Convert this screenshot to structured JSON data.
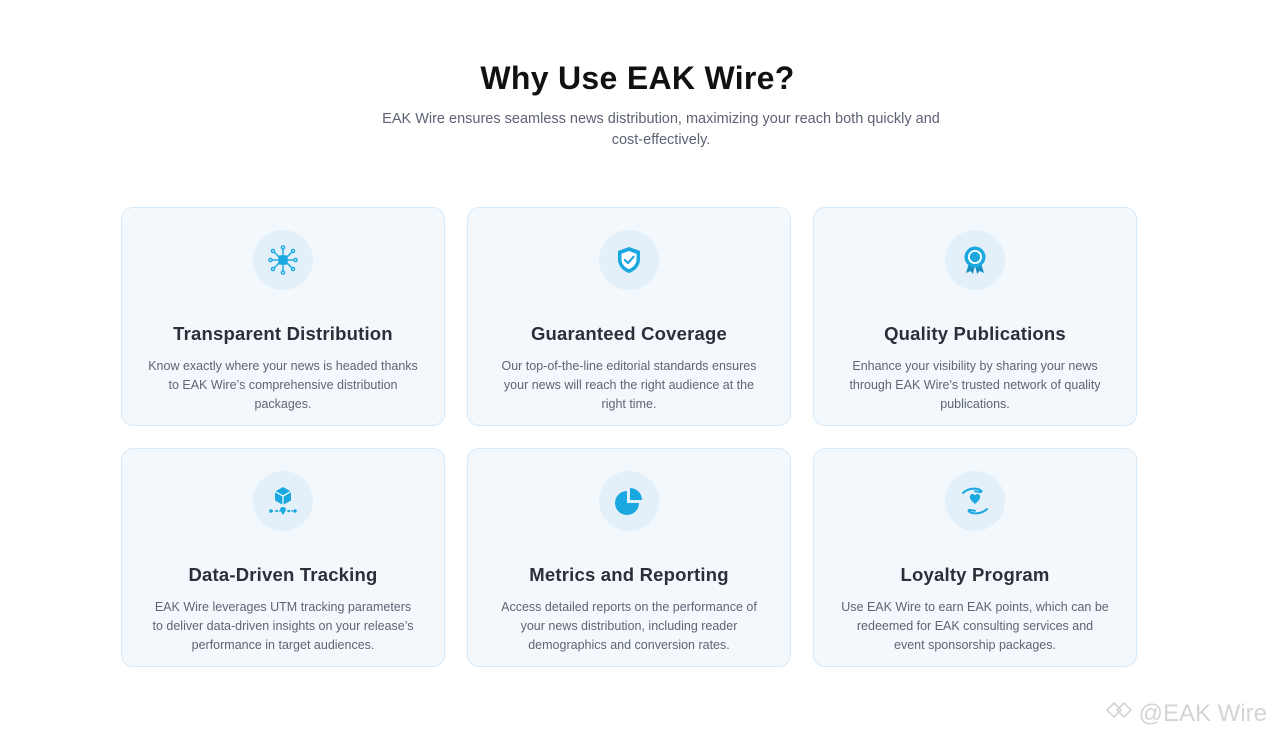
{
  "section": {
    "title": "Why Use EAK Wire?",
    "subtitle": "EAK Wire ensures seamless news distribution, maximizing your reach both quickly and cost-effectively."
  },
  "colors": {
    "accent": "#1ba8e0",
    "card_bg": "#f3f8fd",
    "card_border": "#d8eaf8",
    "icon_bg": "#e3f0f9"
  },
  "cards": [
    {
      "icon": "network-distribution-icon",
      "title": "Transparent Distribution",
      "description": "Know exactly where your news is headed thanks to EAK Wire’s comprehensive distribution packages."
    },
    {
      "icon": "shield-check-icon",
      "title": "Guaranteed Coverage",
      "description": "Our top-of-the-line editorial standards ensures your news will reach the right audience at the right time."
    },
    {
      "icon": "award-badge-icon",
      "title": "Quality Publications",
      "description": "Enhance your visibility by sharing your news through EAK Wire's trusted network of quality publications."
    },
    {
      "icon": "data-cube-icon",
      "title": "Data-Driven Tracking",
      "description": "EAK Wire leverages UTM tracking parameters to deliver data-driven insights on your release’s performance in target audiences."
    },
    {
      "icon": "pie-chart-icon",
      "title": "Metrics and Reporting",
      "description": "Access detailed reports on the performance of your news distribution, including reader demographics and conversion rates."
    },
    {
      "icon": "heart-hands-icon",
      "title": "Loyalty Program",
      "description": "Use EAK Wire to earn EAK points, which can be redeemed for EAK consulting services and event sponsorship packages."
    }
  ],
  "watermark": {
    "text": "@EAK Wire"
  }
}
